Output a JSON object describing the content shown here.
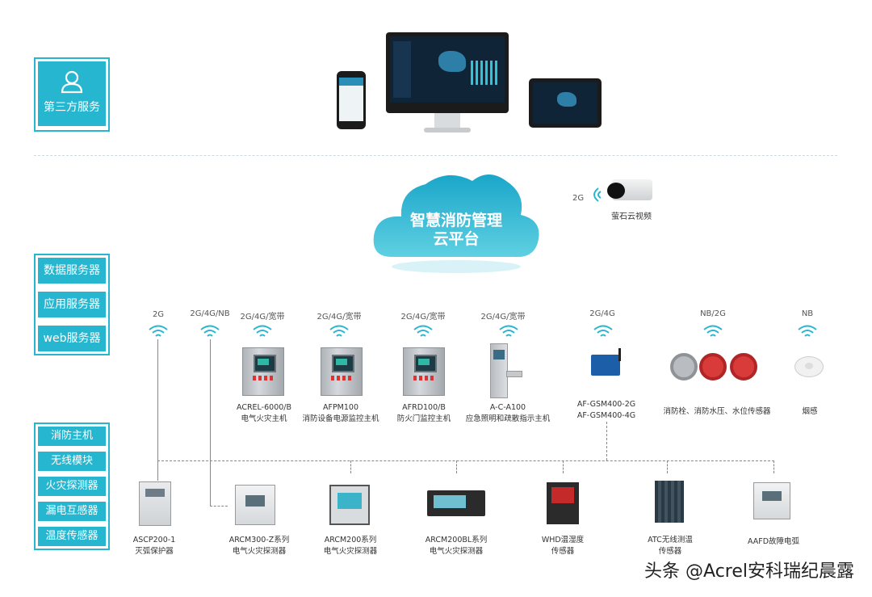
{
  "left_panels": {
    "top": {
      "icon": "user-icon",
      "label": "第三方服务"
    },
    "servers": [
      "数据服务器",
      "应用服务器",
      "web服务器"
    ],
    "components": [
      "消防主机",
      "无线模块",
      "火灾探测器",
      "漏电互感器",
      "温度传感器"
    ]
  },
  "cloud": {
    "line1": "智慧消防管理",
    "line2": "云平台"
  },
  "camera": {
    "net": "2G",
    "label": "萤石云视频"
  },
  "networks": [
    "2G",
    "2G/4G/NB",
    "2G/4G/宽带",
    "2G/4G/宽带",
    "2G/4G/宽带",
    "2G/4G/宽带",
    "2G/4G",
    "NB/2G",
    "NB"
  ],
  "devices_top": [
    {
      "line1": "ACREL-6000/B",
      "line2": "电气火灾主机"
    },
    {
      "line1": "AFPM100",
      "line2": "消防设备电源监控主机"
    },
    {
      "line1": "AFRD100/B",
      "line2": "防火门监控主机"
    },
    {
      "line1": "A-C-A100",
      "line2": "应急照明和疏散指示主机"
    },
    {
      "line1": "AF-GSM400-2G",
      "line2": "AF-GSM400-4G"
    },
    {
      "line1": "消防栓、消防水压、水位传感器",
      "line2": ""
    },
    {
      "line1": "烟感",
      "line2": ""
    }
  ],
  "devices_bottom": [
    {
      "line1": "ASCP200-1",
      "line2": "灭弧保护器"
    },
    {
      "line1": "ARCM300-Z系列",
      "line2": "电气火灾探测器"
    },
    {
      "line1": "ARCM200系列",
      "line2": "电气火灾探测器"
    },
    {
      "line1": "ARCM200BL系列",
      "line2": "电气火灾探测器"
    },
    {
      "line1": "WHD温湿度",
      "line2": "传感器"
    },
    {
      "line1": "ATC无线测温",
      "line2": "传感器"
    },
    {
      "line1": "AAFD故障电弧",
      "line2": ""
    }
  ],
  "watermark": "头条 @Acrel安科瑞纪晨露",
  "colors": {
    "accent": "#26b6cf",
    "cloud": "#2ab7d3"
  }
}
